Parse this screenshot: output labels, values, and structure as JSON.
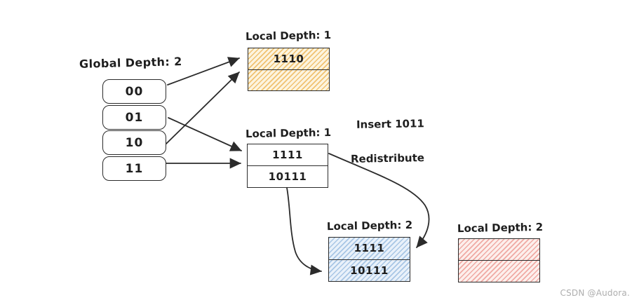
{
  "diagram": {
    "global_depth_label": "Global Depth: 2",
    "directory": {
      "entries": [
        "00",
        "01",
        "10",
        "11"
      ]
    },
    "buckets": {
      "a": {
        "label": "Local Depth: 1",
        "fill": "yellow-hatch",
        "cells": [
          "1110",
          ""
        ]
      },
      "b": {
        "label": "Local Depth: 1",
        "fill": "white",
        "cells": [
          "1111",
          "10111"
        ]
      },
      "c": {
        "label": "Local Depth: 2",
        "fill": "blue-hatch",
        "cells": [
          "1111",
          "10111"
        ]
      },
      "d": {
        "label": "Local Depth: 2",
        "fill": "red-hatch",
        "cells": [
          "",
          ""
        ]
      }
    },
    "annotations": {
      "insert": "Insert 1011",
      "redistribute": "Redistribute"
    },
    "watermark": "CSDN @Audora.",
    "colors": {
      "stroke": "#2b2b2b",
      "yellow_hatch": "#f0c271",
      "blue_hatch": "#a8c6e5",
      "red_hatch": "#f0aaa4"
    }
  }
}
